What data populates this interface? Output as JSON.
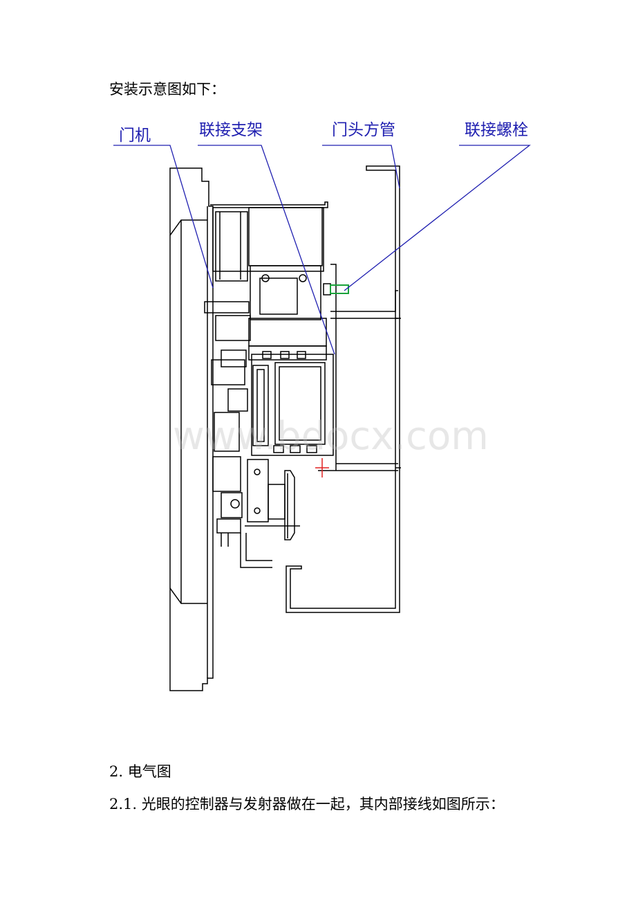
{
  "intro_text": "安装示意图如下：",
  "diagram": {
    "labels": {
      "door_machine": "门机",
      "bracket": "联接支架",
      "header_tube": "门头方管",
      "bolt": "联接螺栓"
    },
    "colors": {
      "drawing_line": "#000000",
      "callout_line": "#1f1fb0",
      "bolt": "#1aa33a",
      "marker": "#e02020"
    }
  },
  "watermark": "www.bdocx.com",
  "section_2": "2. 电气图",
  "section_2_1": "2.1. 光眼的控制器与发射器做在一起，其内部接线如图所示："
}
